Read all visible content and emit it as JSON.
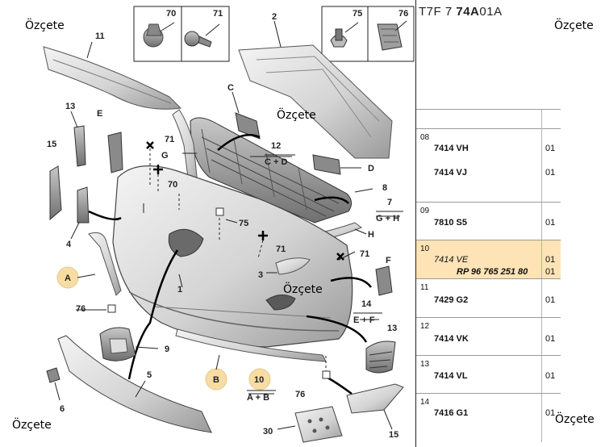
{
  "watermark": "Özçete",
  "part_reference": {
    "prefix": "T7F 7",
    "bold": "74A",
    "suffix": "01A"
  },
  "callouts": {
    "n70": "70",
    "n71": "71",
    "n75": "75",
    "n76": "76",
    "n1": "1",
    "n2": "2",
    "n3": "3",
    "n4": "4",
    "n5": "5",
    "n6": "6",
    "n7": "7",
    "n8": "8",
    "n9": "9",
    "n10": "10",
    "n11": "11",
    "n12": "12",
    "n13": "13",
    "n15": "15",
    "n14": "14",
    "n30": "30",
    "C": "C",
    "D": "D",
    "E": "E",
    "F": "F",
    "G": "G",
    "H": "H",
    "A": "A",
    "B": "B",
    "c_d": "C + D",
    "g_h": "G + H",
    "e_f": "E + F",
    "a_b": "A + B"
  },
  "parts": [
    {
      "idx": "08",
      "lines": [
        {
          "code": "7414 VH",
          "qty": "01"
        },
        {
          "code": "7414 VJ",
          "qty": "01"
        }
      ]
    },
    {
      "idx": "09",
      "lines": [
        {
          "code": "7810 S5",
          "qty": "01"
        }
      ]
    },
    {
      "idx": "10",
      "highlight": true,
      "lines": [
        {
          "code": "7414 VE",
          "qty": "01"
        }
      ],
      "ref": "RP 96 765 251 80",
      "ref_qty": "01"
    },
    {
      "idx": "11",
      "lines": [
        {
          "code": "7429 G2",
          "qty": "01"
        }
      ]
    },
    {
      "idx": "12",
      "lines": [
        {
          "code": "7414 VK",
          "qty": "01"
        }
      ]
    },
    {
      "idx": "13",
      "lines": [
        {
          "code": "7414 VL",
          "qty": "01"
        }
      ]
    },
    {
      "idx": "14",
      "lines": [
        {
          "code": "7416 G1",
          "qty": "01"
        }
      ]
    }
  ],
  "colors": {
    "highlight_row": "#fde3b5",
    "callout_circle": "#f7dca3"
  }
}
